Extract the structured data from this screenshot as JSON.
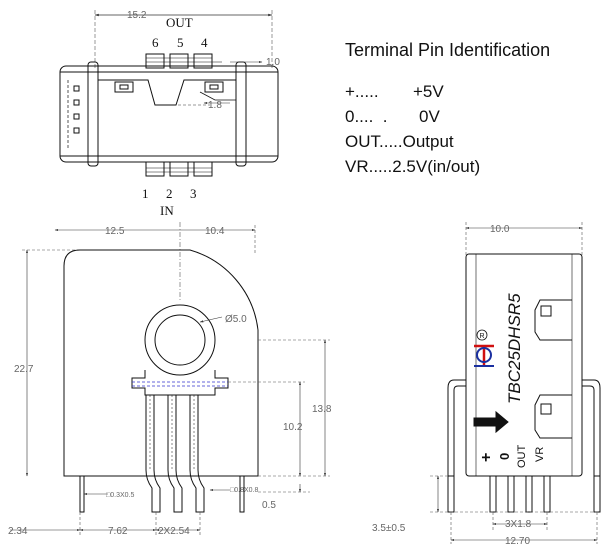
{
  "info_panel": {
    "title": "Terminal Pin Identification",
    "rows": [
      {
        "key": "+.....",
        "value": "+5V"
      },
      {
        "key": "0....  .",
        "value": "0V"
      },
      {
        "key": "OUT.....",
        "value": "Output"
      },
      {
        "key": "VR.....",
        "value": "2.5V(in/out)"
      }
    ]
  },
  "top_view": {
    "width_dim": "15.2",
    "out_label": "OUT",
    "top_pins": [
      "6",
      "5",
      "4"
    ],
    "bottom_pins": [
      "1",
      "2",
      "3"
    ],
    "in_label": "IN",
    "dim_pin_width": "1.0",
    "dim_slot": "1.8"
  },
  "front_view": {
    "dim_left": "12.5",
    "dim_right": "10.4",
    "dim_height": "22.7",
    "dim_hole": "Ø5.0",
    "dim_pin_height": "13.8",
    "dim_hole_height": "10.2",
    "dim_standoff": "0.5",
    "dim_pin_section": "□0.3X0.5",
    "dim_pin_section2": "□0.8X0.8",
    "dim_offset": "2.34",
    "dim_pitch_left": "7.62",
    "dim_pitch": "2X2.54"
  },
  "side_view": {
    "dim_width": "10.0",
    "part_number": "TBC25DHSR5",
    "registered": "R",
    "terminal_labels": [
      "+",
      "0",
      "OUT",
      "VR"
    ],
    "dim_pin_len": "3.5±0.5",
    "dim_pitch": "3X1.8",
    "dim_span": "12.70"
  },
  "colors": {
    "line": "#111111",
    "dim_line": "#333333",
    "dim_text": "#555555",
    "dashed_blue": "#3333cc",
    "logo_red": "#d01010",
    "logo_blue": "#1a2fa0"
  }
}
